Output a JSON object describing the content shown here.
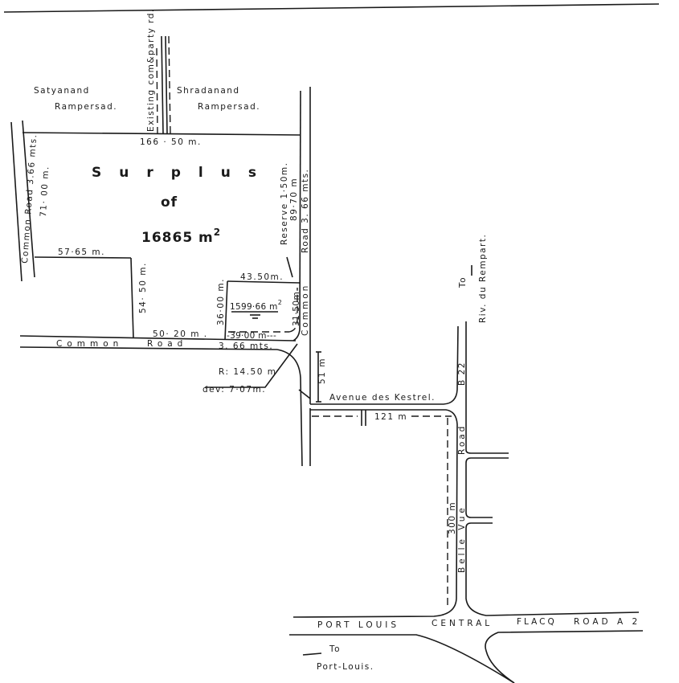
{
  "plan": {
    "owners": {
      "left_first": "Satyanand",
      "left_last": "Rampersad.",
      "right_first": "Shradanand",
      "right_last": "Rampersad."
    },
    "company_road": "Existing com&party rd.",
    "surplus": {
      "line1": "Surplus",
      "line2": "of",
      "area": "16865 m",
      "area_sup": "2"
    },
    "small_parcel": {
      "area": "1599·66 m",
      "area_sup": "2"
    },
    "dimensions": {
      "top": "166 · 50 m.",
      "left": "71· 00 m.",
      "notch_top": "57·65 m.",
      "notch_side": "54· 50 m.",
      "bottom": "50· 20 m .",
      "parcel_top": "43.50m.",
      "parcel_left": "36·00 m.",
      "parcel_bottom": "-39·00 m---",
      "parcel_right": "31·50m",
      "right": "89·70 m",
      "reserve": "Reserve 1·50m.",
      "radius": "R: 14.50 m",
      "dev": "dev: 7·07m.",
      "avenue_gap": "51 m",
      "avenue_length": "121 m",
      "belle_vue_length": "300 m"
    },
    "roads": {
      "left_common": "Common Road 3.66 mts.",
      "right_common_upper": "Road 3. 66 mts.",
      "right_common_lower": "Common",
      "bottom_common_1": "Common",
      "bottom_common_2": "Road",
      "bottom_common_3": "3. 66 mts.",
      "avenue": "Avenue des Kestrel.",
      "b22": "B 22",
      "belle_vue_road": "Road",
      "belle_vue": "Belle Vue",
      "central_1": "PORT LOUIS",
      "central_2": "CENTRAL",
      "central_3": "FLACQ",
      "central_4": "ROAD A 2"
    },
    "directions": {
      "to_riv_to": "To",
      "to_riv": "Riv. du Rempart.",
      "to_pl_to": "To",
      "to_pl": "Port-Louis."
    }
  }
}
